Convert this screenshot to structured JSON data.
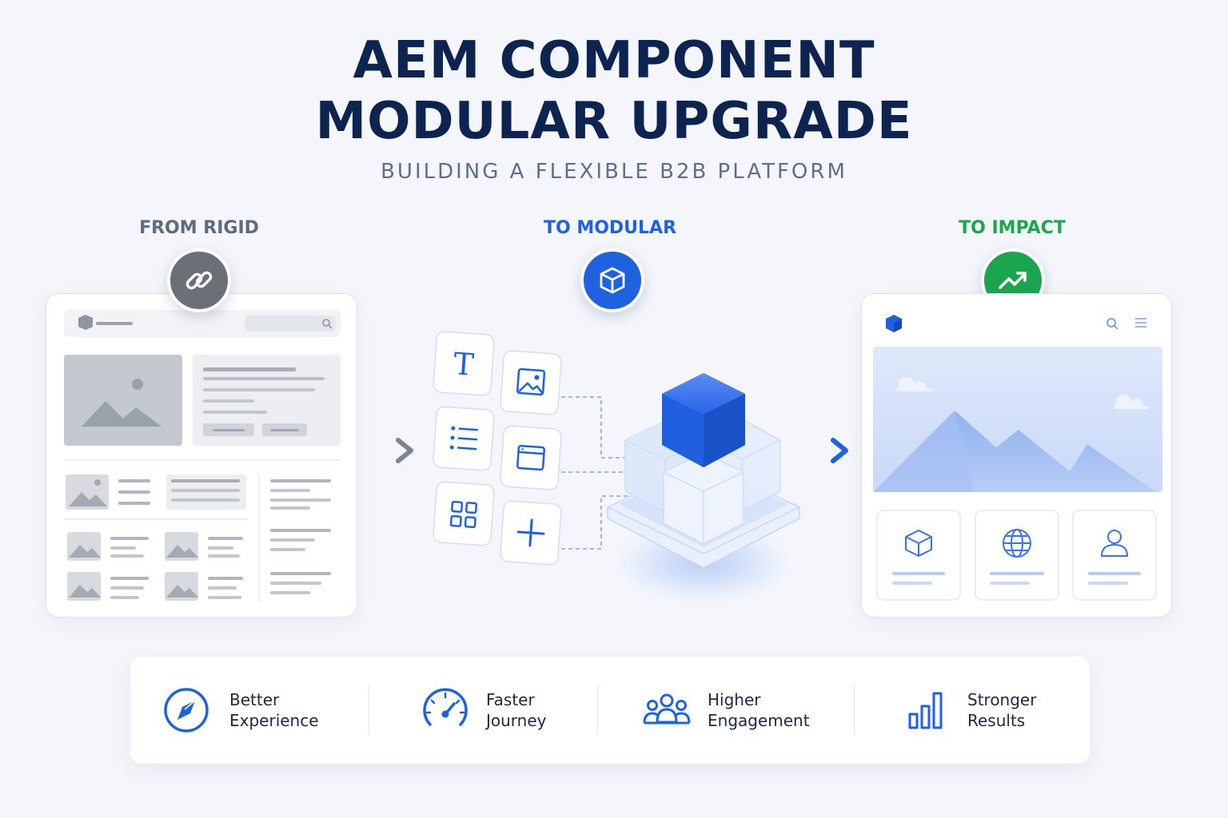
{
  "header": {
    "title_line1": "AEM COMPONENT",
    "title_line2": "MODULAR UPGRADE",
    "subtitle": "BUILDING A FLEXIBLE B2B PLATFORM"
  },
  "stages": [
    {
      "label": "FROM RIGID",
      "color": "#5c6b7d",
      "icon": "link-icon",
      "circle_color": "#6b6f76"
    },
    {
      "label": "TO MODULAR",
      "color": "#1f62e0",
      "icon": "cube-icon",
      "circle_color": "#1f62e0"
    },
    {
      "label": "TO IMPACT",
      "color": "#19a84b",
      "icon": "trending-up-icon",
      "circle_color": "#1aa64e"
    }
  ],
  "components": [
    "text-icon",
    "image-icon",
    "list-icon",
    "window-icon",
    "grid-icon",
    "plus-icon"
  ],
  "benefits": [
    {
      "line1": "Better",
      "line2": "Experience",
      "icon": "compass-icon"
    },
    {
      "line1": "Faster",
      "line2": "Journey",
      "icon": "speedometer-icon"
    },
    {
      "line1": "Higher",
      "line2": "Engagement",
      "icon": "users-icon"
    },
    {
      "line1": "Stronger",
      "line2": "Results",
      "icon": "bar-chart-icon"
    }
  ],
  "colors": {
    "navy": "#0d2350",
    "blue": "#1f62e0",
    "green": "#19a84b",
    "gray": "#6b6f76"
  }
}
